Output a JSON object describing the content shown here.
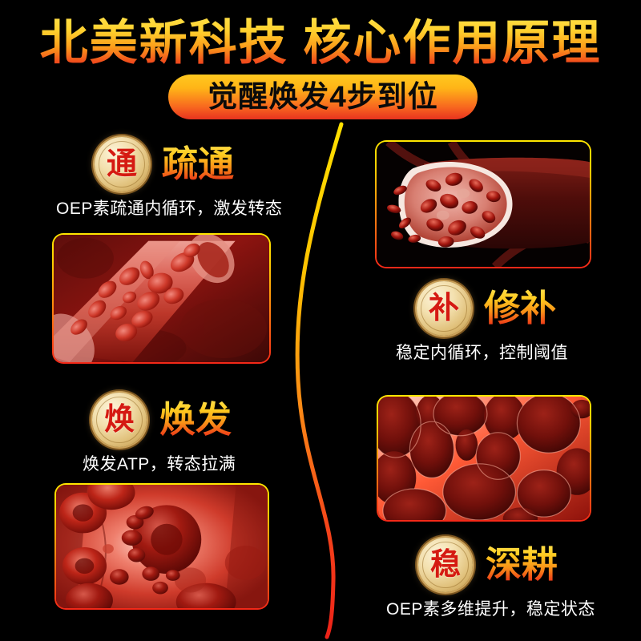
{
  "header": {
    "title": "北美新科技 核心作用原理",
    "subtitle_pill": "觉醒焕发4步到位"
  },
  "colors": {
    "background": "#000000",
    "gold": "#FFCC20",
    "red": "#E51C12",
    "badge_char": "#D51A12",
    "desc_text": "#FFFFFF",
    "pill_top": "#FFC81F",
    "pill_bottom": "#E8331F",
    "frame_top": "#FFE600",
    "frame_bottom": "#F42718"
  },
  "steps": [
    {
      "badge_char": "通",
      "title": "疏通",
      "description": "OEP素疏通内循环，激发转态",
      "image_name": "blood-vessel-flow-illustration"
    },
    {
      "badge_char": "补",
      "title": "修补",
      "description": "稳定内循环，控制阈值",
      "image_name": "blood-vessel-cutaway-illustration"
    },
    {
      "badge_char": "焕",
      "title": "焕发",
      "description": "焕发ATP，转态拉满",
      "image_name": "red-blood-cells-illustration"
    },
    {
      "badge_char": "稳",
      "title": "深耕",
      "description": "OEP素多维提升，稳定状态",
      "image_name": "cell-tissue-network-illustration"
    }
  ],
  "decor": {
    "flow_curve_name": "s-curve-connector"
  }
}
